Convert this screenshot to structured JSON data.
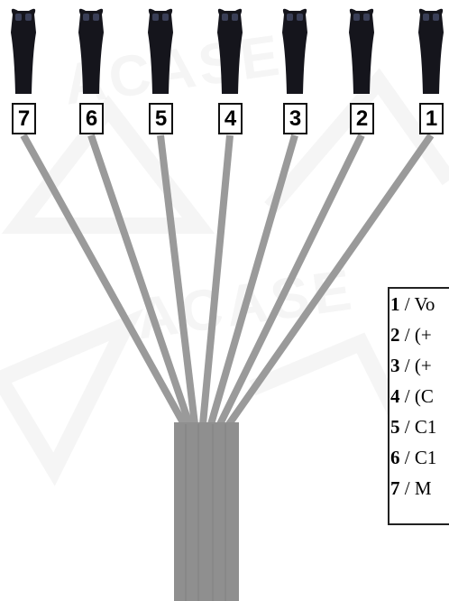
{
  "watermark": "ACASE",
  "connectors": [
    {
      "number": "7"
    },
    {
      "number": "6"
    },
    {
      "number": "5"
    },
    {
      "number": "4"
    },
    {
      "number": "3"
    },
    {
      "number": "2"
    },
    {
      "number": "1"
    }
  ],
  "legend": {
    "items": [
      {
        "num": "1",
        "text": " / Vo"
      },
      {
        "num": "2",
        "text": " / (+"
      },
      {
        "num": "3",
        "text": " / (+"
      },
      {
        "num": "4",
        "text": " / (C"
      },
      {
        "num": "5",
        "text": " / C1"
      },
      {
        "num": "6",
        "text": " / C1"
      },
      {
        "num": "7",
        "text": " / M"
      }
    ]
  },
  "colors": {
    "wire": "#9a9a9a",
    "trunk": "#8f8f8f",
    "connector_body": "#15151c",
    "connector_highlight": "#3a3f57"
  }
}
